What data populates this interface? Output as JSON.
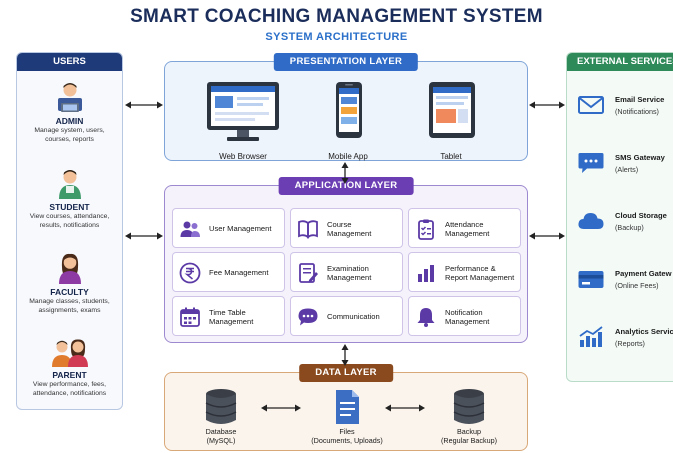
{
  "title": "SMART COACHING MANAGEMENT SYSTEM",
  "subtitle": "SYSTEM ARCHITECTURE",
  "users": {
    "header": "USERS",
    "items": [
      {
        "name": "ADMIN",
        "desc_lines": [
          "Manage system, users,",
          "courses, reports"
        ]
      },
      {
        "name": "STUDENT",
        "desc_lines": [
          "View courses, attendance,",
          "results, notifications"
        ]
      },
      {
        "name": "FACULTY",
        "desc_lines": [
          "Manage classes, students,",
          "assignments, exams"
        ]
      },
      {
        "name": "PARENT",
        "desc_lines": [
          "View performance, fees,",
          "attendance, notifications"
        ]
      }
    ]
  },
  "presentation": {
    "header": "PRESENTATION LAYER",
    "devices": [
      {
        "label": "Web Browser",
        "icon": "monitor-icon"
      },
      {
        "label": "Mobile App",
        "icon": "smartphone-icon"
      },
      {
        "label": "Tablet",
        "icon": "tablet-icon"
      }
    ]
  },
  "application": {
    "header": "APPLICATION LAYER",
    "modules": [
      {
        "lines": [
          "User Management"
        ],
        "icon": "users-icon"
      },
      {
        "lines": [
          "Course",
          "Management"
        ],
        "icon": "book-icon"
      },
      {
        "lines": [
          "Attendance",
          "Management"
        ],
        "icon": "clipboard-check-icon"
      },
      {
        "lines": [
          "Fee Management"
        ],
        "icon": "rupee-icon"
      },
      {
        "lines": [
          "Examination",
          "Management"
        ],
        "icon": "exam-sheet-icon"
      },
      {
        "lines": [
          "Performance &",
          "Report Management"
        ],
        "icon": "bar-chart-icon"
      },
      {
        "lines": [
          "Time Table",
          "Management"
        ],
        "icon": "calendar-icon"
      },
      {
        "lines": [
          "Communication"
        ],
        "icon": "chat-bubble-icon"
      },
      {
        "lines": [
          "Notification",
          "Management"
        ],
        "icon": "bell-icon"
      }
    ]
  },
  "data_layer": {
    "header": "DATA LAYER",
    "stores": [
      {
        "name": "Database",
        "detail": "(MySQL)",
        "icon": "database-icon"
      },
      {
        "name": "Files",
        "detail": "(Documents, Uploads)",
        "icon": "file-icon"
      },
      {
        "name": "Backup",
        "detail": "(Regular Backup)",
        "icon": "backup-database-icon"
      }
    ]
  },
  "external": {
    "header": "EXTERNAL SERVICES",
    "services": [
      {
        "name": "Email Service",
        "detail": "(Notifications)",
        "icon": "envelope-icon"
      },
      {
        "name": "SMS Gateway",
        "detail": "(Alerts)",
        "icon": "sms-icon"
      },
      {
        "name": "Cloud Storage",
        "detail": "(Backup)",
        "icon": "cloud-icon"
      },
      {
        "name": "Payment Gatew",
        "detail": "(Online Fees)",
        "icon": "credit-card-icon"
      },
      {
        "name": "Analytics Servic",
        "detail": "(Reports)",
        "icon": "analytics-chart-icon"
      }
    ]
  },
  "colors": {
    "navy": "#1e3a78",
    "presentation": "#2f6bc7",
    "application": "#6b3fb3",
    "data": "#8a4a1d",
    "external": "#2f8a5a"
  }
}
